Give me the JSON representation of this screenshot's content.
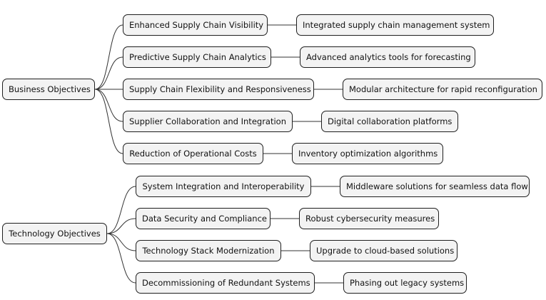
{
  "colors": {
    "node_fill": "#f3f3f3",
    "node_border": "#1f1f1f",
    "edge": "#333333",
    "background": "#ffffff"
  },
  "groups": [
    {
      "label": "Business Objectives",
      "items": [
        {
          "objective": "Enhanced Supply Chain Visibility",
          "solution": "Integrated supply chain management system"
        },
        {
          "objective": "Predictive Supply Chain Analytics",
          "solution": "Advanced analytics tools for forecasting"
        },
        {
          "objective": "Supply Chain Flexibility and Responsiveness",
          "solution": "Modular architecture for rapid reconfiguration"
        },
        {
          "objective": "Supplier Collaboration and Integration",
          "solution": "Digital collaboration platforms"
        },
        {
          "objective": "Reduction of Operational Costs",
          "solution": "Inventory optimization algorithms"
        }
      ]
    },
    {
      "label": "Technology Objectives",
      "items": [
        {
          "objective": "System Integration and Interoperability",
          "solution": "Middleware solutions for seamless data flow"
        },
        {
          "objective": "Data Security and Compliance",
          "solution": "Robust cybersecurity measures"
        },
        {
          "objective": "Technology Stack Modernization",
          "solution": "Upgrade to cloud-based solutions"
        },
        {
          "objective": "Decommissioning of Redundant Systems",
          "solution": "Phasing out legacy systems"
        }
      ]
    }
  ]
}
